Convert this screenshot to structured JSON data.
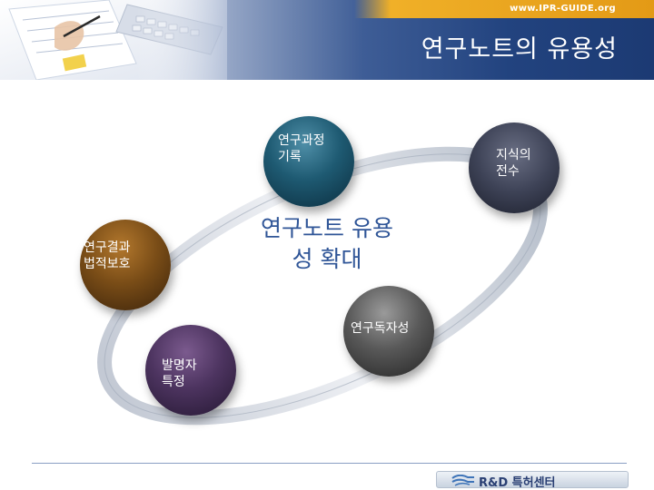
{
  "header": {
    "site_url": "www.IPR-GUIDE.org",
    "title": "연구노트의 유용성"
  },
  "diagram": {
    "center": [
      "연구노트 유용",
      "성 확대"
    ],
    "nodes": {
      "research_process": [
        "연구과정",
        "기록"
      ],
      "knowledge_transfer": [
        "지식의",
        "전수"
      ],
      "legal_protection": [
        "연구결과",
        "법적보호"
      ],
      "research_uniqueness": [
        "연구독자성"
      ],
      "inventor_identification": [
        "발명자",
        "특정"
      ]
    }
  },
  "footer": {
    "logo_text": "R&D 특허센터"
  },
  "colors": {
    "title_text": "#ffffff",
    "center_text": "#2f5597",
    "header_dark": "#1c3a73",
    "header_accent": "#f0b028"
  }
}
